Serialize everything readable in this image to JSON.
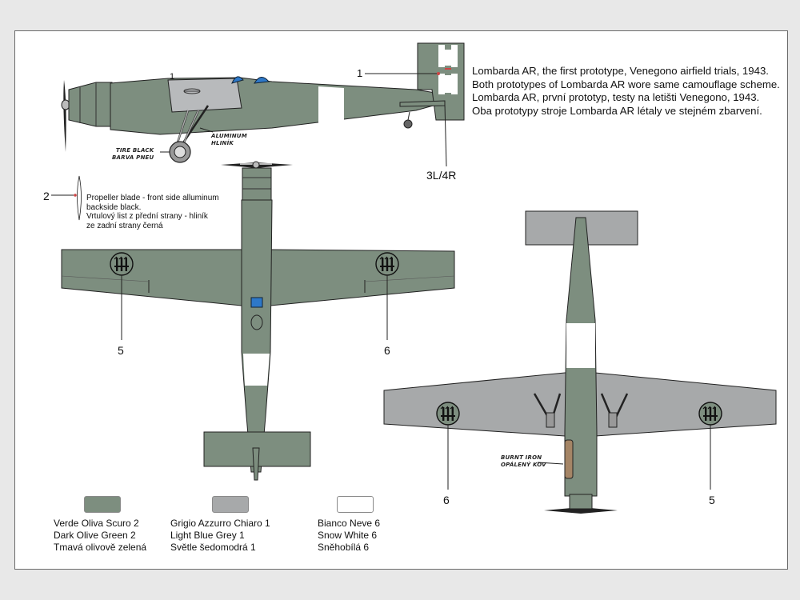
{
  "description": {
    "lines": [
      "Lombarda AR, the first prototype, Venegono airfield trials, 1943.",
      "Both prototypes of Lombarda AR wore same camouflage scheme.",
      "Lombarda AR, první prototyp, testy na letišti Venegono, 1943.",
      "Oba prototypy stroje Lombarda AR létaly ve stejném zbarvení."
    ]
  },
  "callouts": {
    "c1": "1",
    "c2": "2",
    "c3L4R": "3L/4R",
    "c5a": "5",
    "c6a": "6",
    "c6b": "6",
    "c5b": "5",
    "top_mark": "1"
  },
  "propeller_note": {
    "lines": [
      "Propeller blade - front side alluminum",
      "backside black.",
      "Vrtulový list z přední strany - hliník",
      "ze zadní strany černá"
    ]
  },
  "labels": {
    "tire": [
      "TIRE BLACK",
      "BARVA PNEU"
    ],
    "aluminum": [
      "ALUMINUM",
      "HLINÍK"
    ],
    "burnt_iron": [
      "BURNT IRON",
      "OPÁLENÝ KOV"
    ]
  },
  "legend": [
    {
      "color": "#7d8e7f",
      "lines": [
        "Verde Oliva Scuro 2",
        "Dark Olive Green 2",
        "Tmavá olivově zelená"
      ]
    },
    {
      "color": "#a7a9aa",
      "lines": [
        "Grigio Azzurro Chiaro 1",
        "Light Blue Grey 1",
        "Světle šedomodrá 1"
      ]
    },
    {
      "color": "#ffffff",
      "lines": [
        "Bianco Neve 6",
        "Snow White 6",
        "Sněhobílá 6"
      ]
    }
  ],
  "colors": {
    "olive": "#7d8e7f",
    "grey": "#a7a9aa",
    "white": "#ffffff",
    "blue": "#2e78c8"
  }
}
